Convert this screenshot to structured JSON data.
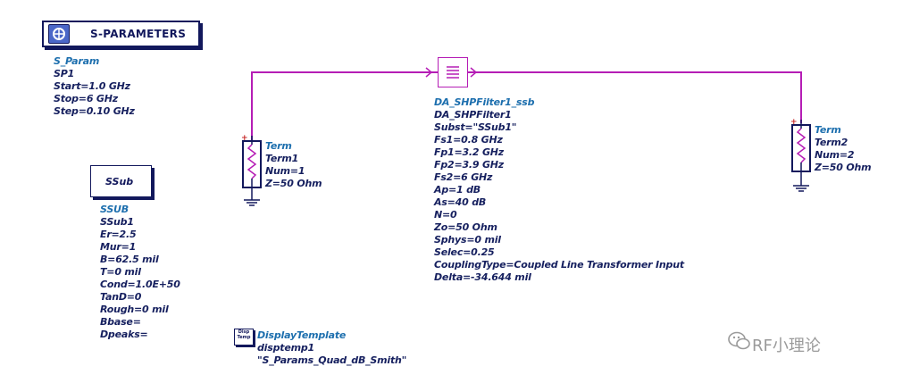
{
  "sparams": {
    "title": "S-PARAMETERS",
    "lines": [
      "S_Param",
      "SP1",
      "Start=1.0 GHz",
      "Stop=6 GHz",
      "Step=0.10 GHz"
    ]
  },
  "ssub": {
    "title": "SSub",
    "lines": [
      "SSUB",
      "SSub1",
      "Er=2.5",
      "Mur=1",
      "B=62.5 mil",
      "T=0 mil",
      "Cond=1.0E+50",
      "TanD=0",
      "Rough=0 mil",
      "Bbase=",
      "Dpeaks="
    ]
  },
  "term1": {
    "lines": [
      "Term",
      "Term1",
      "Num=1",
      "Z=50 Ohm"
    ],
    "plus": "+",
    "minus": "−"
  },
  "term2": {
    "lines": [
      "Term",
      "Term2",
      "Num=2",
      "Z=50 Ohm"
    ],
    "plus": "+",
    "minus": "−"
  },
  "filter": {
    "lines": [
      "DA_SHPFilter1_ssb",
      "DA_SHPFilter1",
      "Subst=\"SSub1\"",
      "Fs1=0.8 GHz",
      "Fp1=3.2 GHz",
      "Fp2=3.9 GHz",
      "Fs2=6 GHz",
      "Ap=1 dB",
      "As=40 dB",
      "N=0",
      "Zo=50 Ohm",
      "Sphys=0 mil",
      "Selec=0.25",
      "CouplingType=Coupled Line Transformer Input",
      "Delta=-34.644 mil"
    ]
  },
  "display": {
    "icon_text": "Disp Temp",
    "lines": [
      "DisplayTemplate",
      "disptemp1",
      "\"S_Params_Quad_dB_Smith\""
    ]
  },
  "watermark": {
    "text": "RF小理论"
  },
  "colors": {
    "wire": "#b51db5",
    "text": "#16205f",
    "class_text": "#1d6fae",
    "outline": "#12185c"
  }
}
